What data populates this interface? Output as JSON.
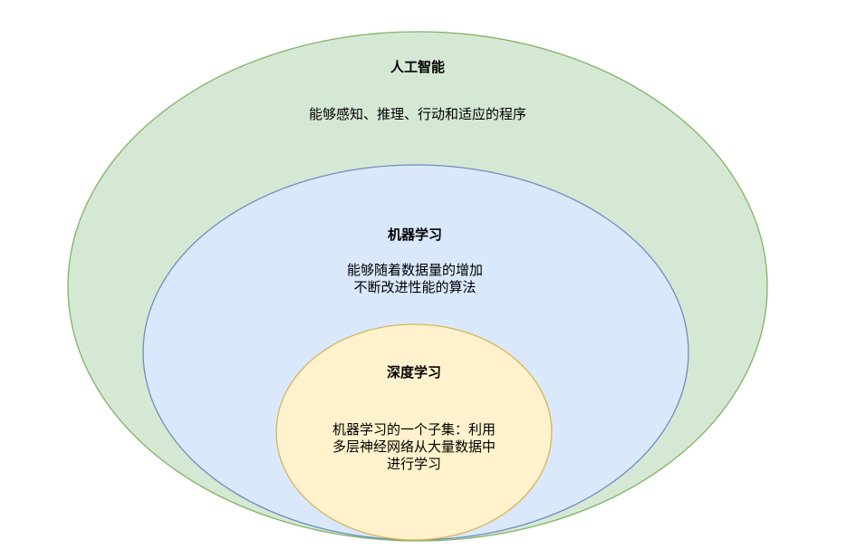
{
  "ai": {
    "title": "人工智能",
    "desc": "能够感知、推理、行动和适应的程序",
    "fill": "#d5e8d4",
    "stroke": "#82b366"
  },
  "ml": {
    "title": "机器学习",
    "desc_lines": [
      "能够随着数据量的增加",
      "不断改进性能的算法"
    ],
    "fill": "#dae8fc",
    "stroke": "#6c8ebf"
  },
  "dl": {
    "title": "深度学习",
    "desc_lines": [
      "机器学习的一个子集：利用",
      "多层神经网络从大量数据中",
      "进行学习"
    ],
    "fill": "#fff2cc",
    "stroke": "#d6b656"
  }
}
